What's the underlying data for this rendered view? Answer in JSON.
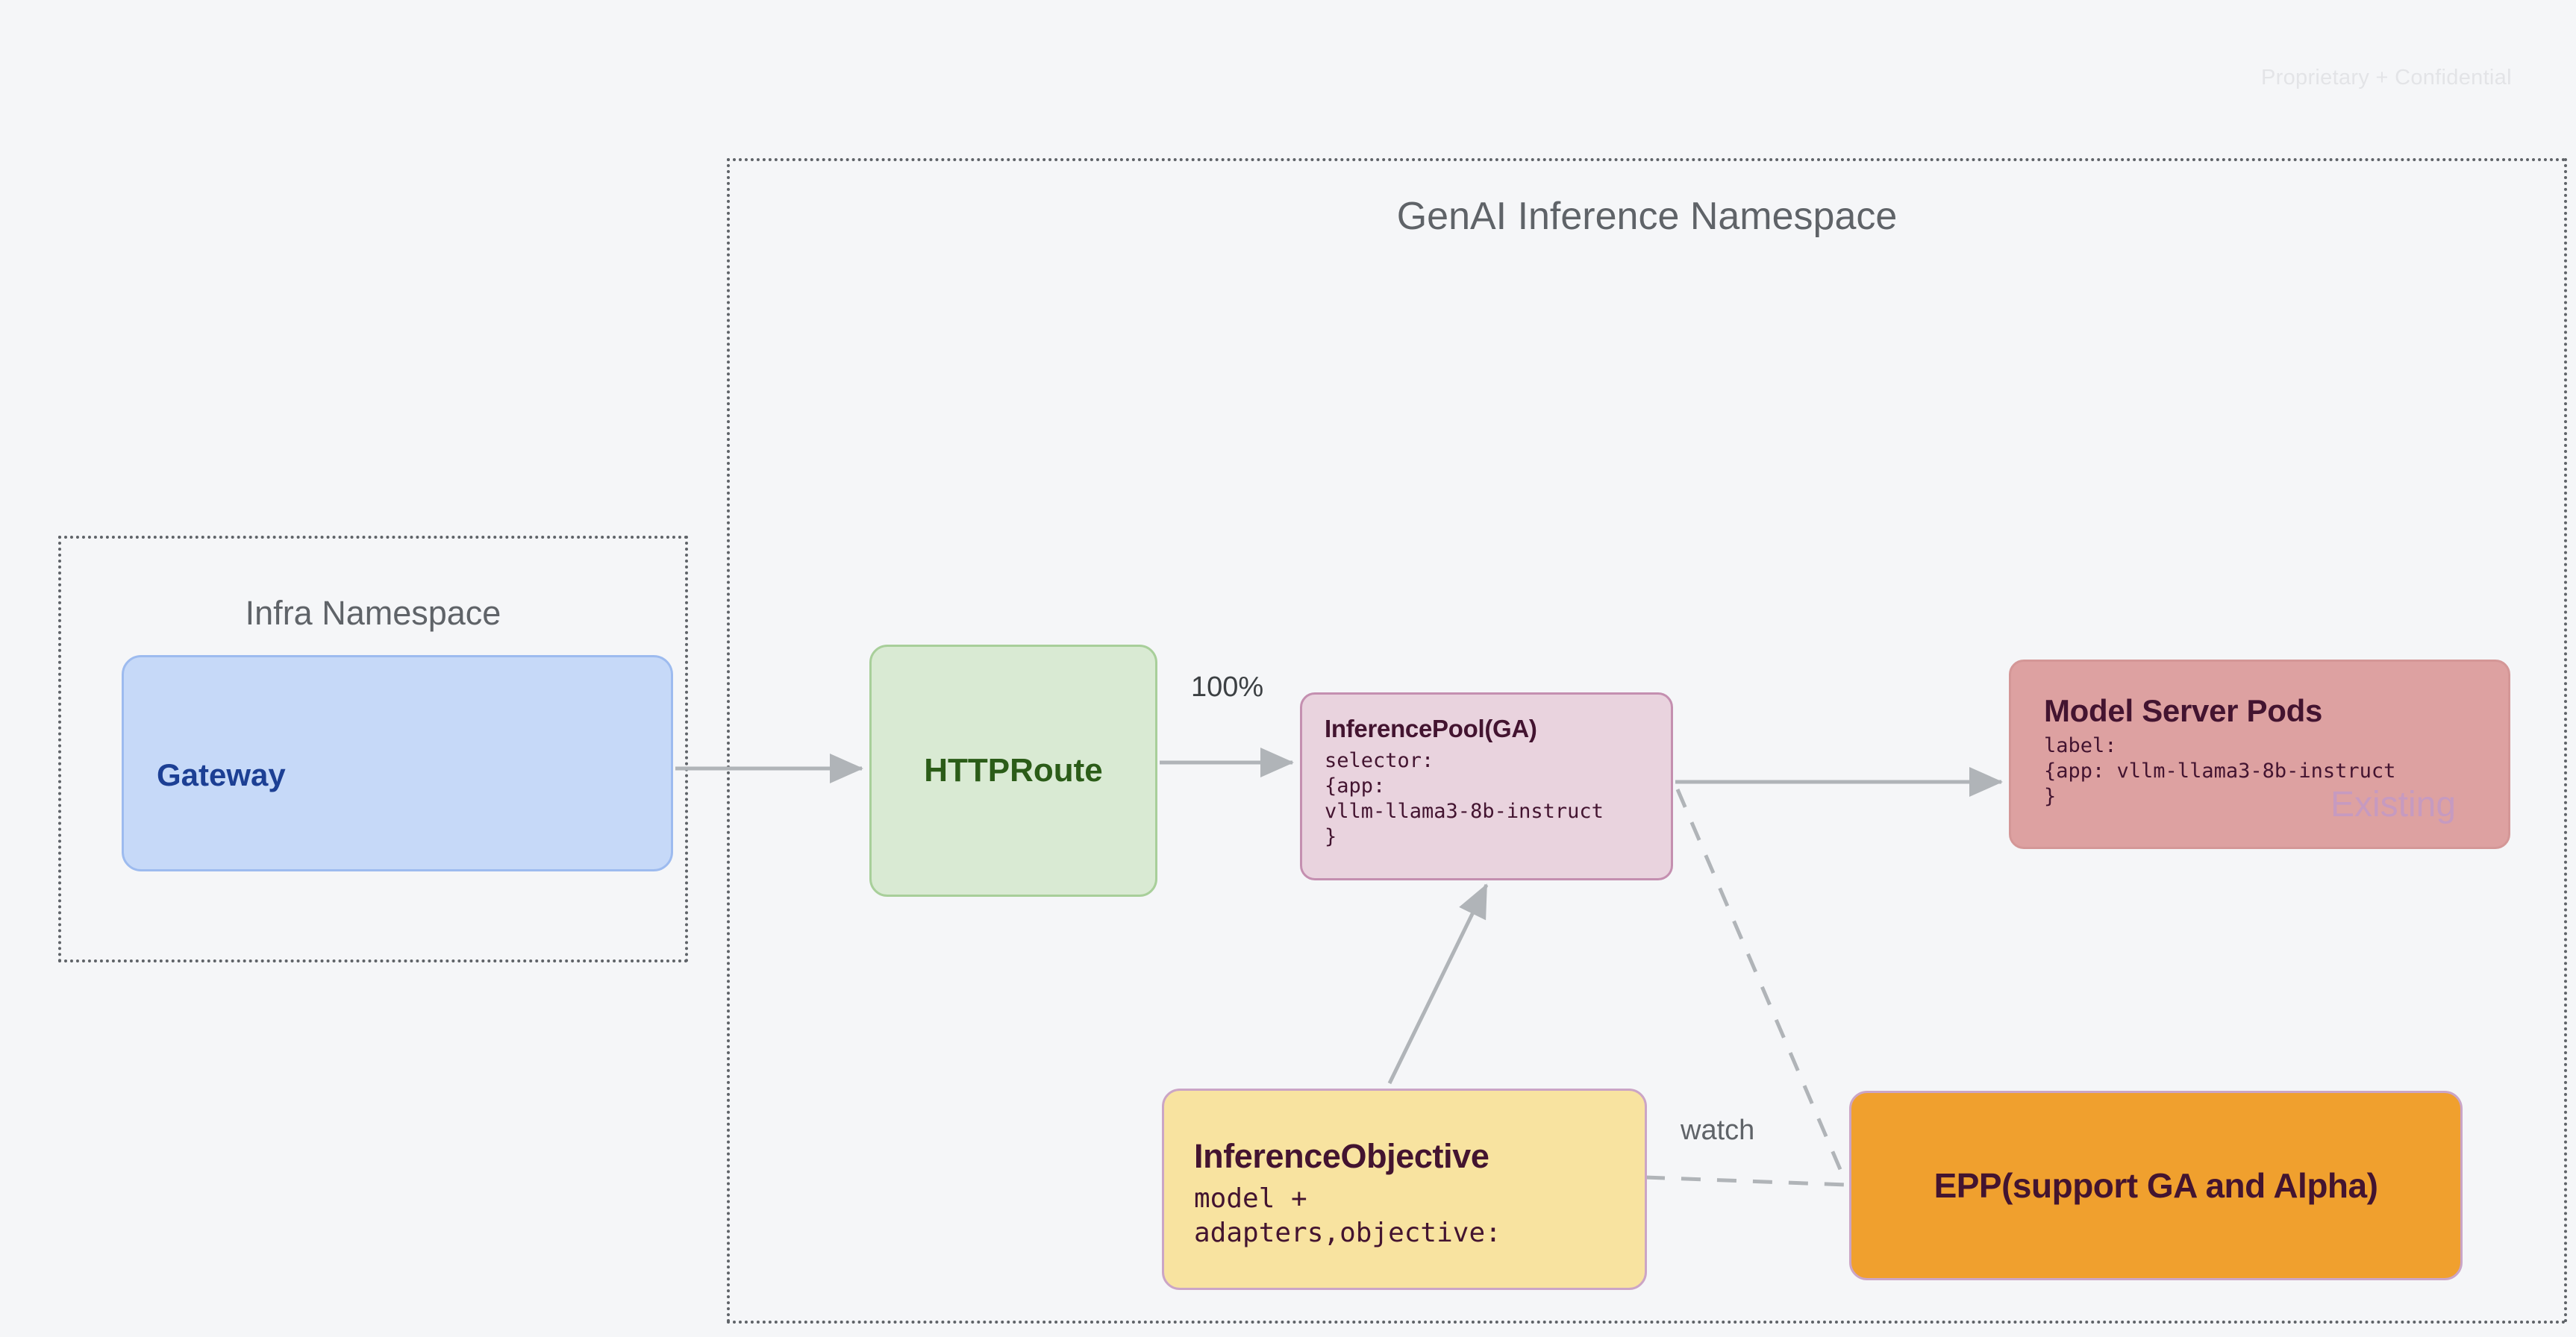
{
  "page": {
    "confidential_watermark": "Proprietary + Confidential",
    "background_color": "#f5f6f8"
  },
  "namespaces": [
    {
      "id": "infra",
      "title": "Infra Namespace",
      "border_color": "#5f6368",
      "border_style": "dotted"
    },
    {
      "id": "genai",
      "title": "GenAI Inference Namespace",
      "border_color": "#5f6368",
      "border_style": "dotted"
    }
  ],
  "nodes": {
    "gateway": {
      "title": "Gateway",
      "fill": "#c6d9f8",
      "border": "#9dbbef",
      "text_color": "#1c3f94"
    },
    "httproute": {
      "title": "HTTPRoute",
      "fill": "#d9ead3",
      "border": "#a8cf9a",
      "text_color": "#2b5c18"
    },
    "inference_pool": {
      "title": "InferencePool(GA)",
      "code": "selector:\n{app:\nvllm-llama3-8b-instruct\n}",
      "fill": "#e9d3de",
      "border": "#c48fb0",
      "text_color": "#431430"
    },
    "model_server_pods": {
      "title": "Model Server Pods",
      "code": "label:\n{app: vllm-llama3-8b-instruct\n}",
      "watermark": "Existing",
      "fill": "#dda1a1",
      "border": "#d49797",
      "text_color": "#431430",
      "watermark_color": "#c69ac0"
    },
    "inference_objective": {
      "title": "InferenceObjective",
      "code": "model +\nadapters,objective:",
      "fill": "#f8e3a0",
      "border": "#cba5c6",
      "text_color": "#431430"
    },
    "epp": {
      "title": "EPP(support GA and Alpha)",
      "fill": "#f0a02e",
      "border": "#cba5c6",
      "text_color": "#431430"
    }
  },
  "edges": {
    "gateway_to_httproute": {
      "label": "",
      "style": "solid"
    },
    "httproute_to_pool": {
      "label": "100%",
      "style": "solid"
    },
    "pool_to_pods": {
      "label": "",
      "style": "solid"
    },
    "objective_to_pool": {
      "label": "",
      "style": "solid"
    },
    "objective_to_epp": {
      "label": "watch",
      "style": "dashed"
    },
    "epp_to_pool": {
      "label": "",
      "style": "dashed"
    }
  },
  "colors": {
    "edge_line": "#b0b4b8",
    "edge_label": "#5f6368",
    "namespace_text": "#5f6368"
  }
}
